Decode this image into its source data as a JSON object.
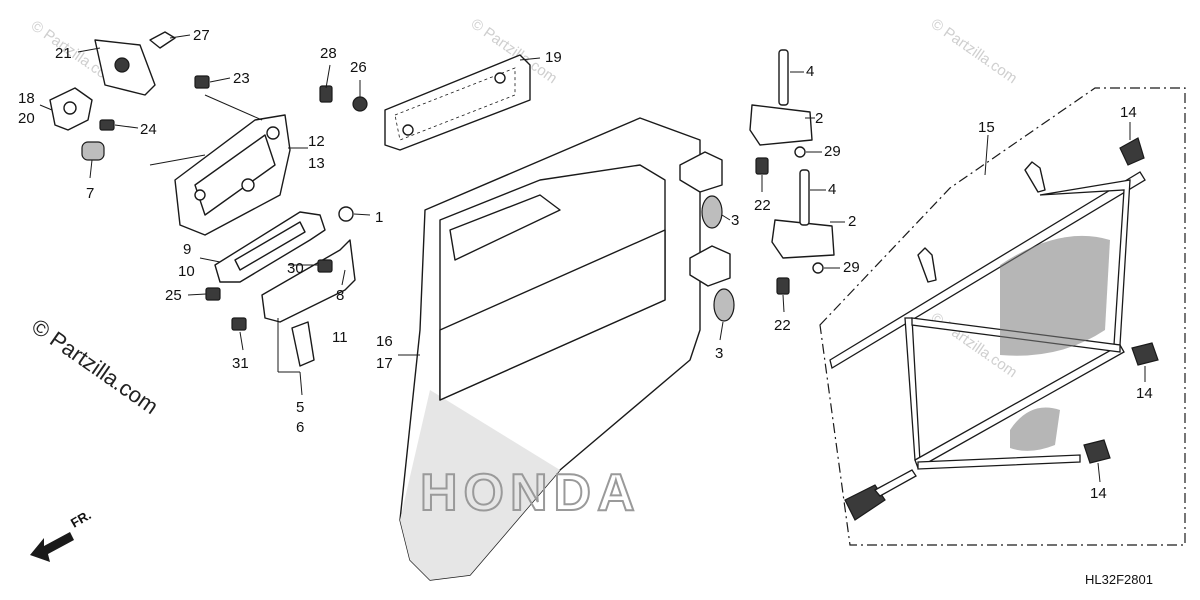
{
  "callouts": {
    "c1": "1",
    "c2a": "2",
    "c2b": "2",
    "c3a": "3",
    "c3b": "3",
    "c4a": "4",
    "c4b": "4",
    "c5": "5",
    "c6": "6",
    "c7": "7",
    "c8": "8",
    "c9": "9",
    "c10": "10",
    "c11": "11",
    "c12": "12",
    "c13": "13",
    "c14a": "14",
    "c14b": "14",
    "c14c": "14",
    "c15": "15",
    "c16": "16",
    "c17": "17",
    "c18": "18",
    "c19": "19",
    "c20": "20",
    "c21": "21",
    "c22a": "22",
    "c22b": "22",
    "c23": "23",
    "c24": "24",
    "c25": "25",
    "c26": "26",
    "c27": "27",
    "c28": "28",
    "c29a": "29",
    "c29b": "29",
    "c30": "30",
    "c31": "31"
  },
  "watermark": {
    "brand": "© Partzilla.com",
    "short": "© Partzilla.com"
  },
  "door_logo": "HONDA",
  "direction_label": "FR.",
  "diagram_code": "HL32F2801"
}
